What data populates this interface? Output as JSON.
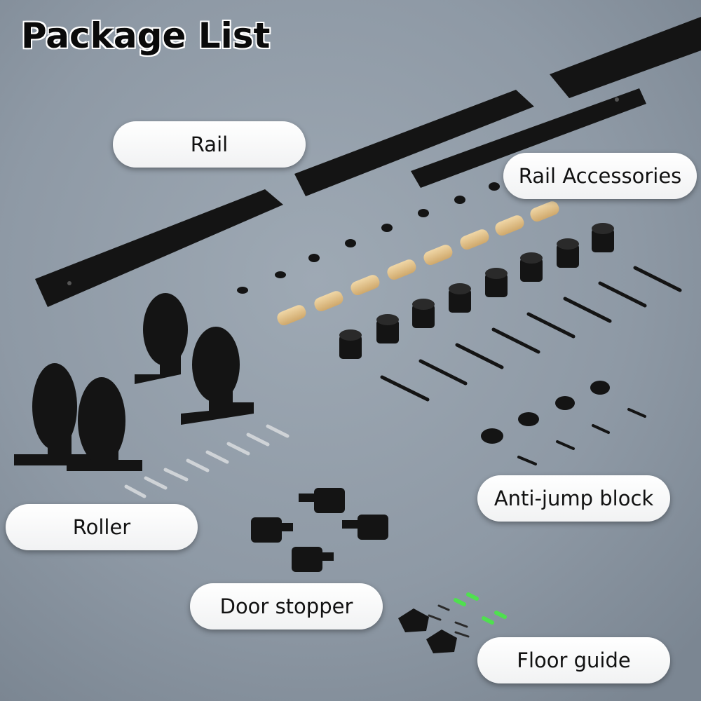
{
  "title": "Package List",
  "labels": {
    "rail": "Rail",
    "rail_accessories": "Rail Accessories",
    "roller": "Roller",
    "anti_jump_block": "Anti-jump block",
    "door_stopper": "Door stopper",
    "floor_guide": "Floor guide"
  },
  "colors": {
    "background": "#8f9aa6",
    "hardware": "#141414",
    "wood_anchor": "#e3c28a",
    "green_anchor": "#4fe04f",
    "label_bg": "#ffffff"
  },
  "icons": [
    "rail-bar",
    "rail-spacer-washer",
    "wood-dowel-anchor",
    "rail-stop-knob",
    "lag-screw",
    "roller-hanger",
    "small-screw",
    "anti-jump-block",
    "door-stopper",
    "floor-guide",
    "green-plastic-anchor"
  ]
}
